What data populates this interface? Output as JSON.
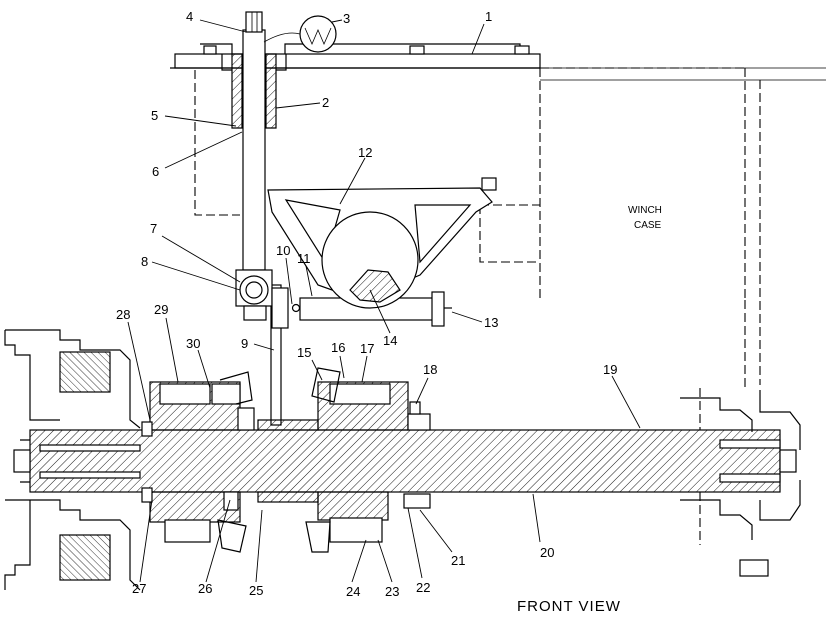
{
  "diagram": {
    "view_title": "FRONT VIEW",
    "case_label_line1": "WINCH",
    "case_label_line2": "CASE",
    "callouts": [
      {
        "id": "c1",
        "text": "1"
      },
      {
        "id": "c2",
        "text": "2"
      },
      {
        "id": "c3",
        "text": "3"
      },
      {
        "id": "c4",
        "text": "4"
      },
      {
        "id": "c5",
        "text": "5"
      },
      {
        "id": "c6",
        "text": "6"
      },
      {
        "id": "c7",
        "text": "7"
      },
      {
        "id": "c8",
        "text": "8"
      },
      {
        "id": "c9",
        "text": "9"
      },
      {
        "id": "c10",
        "text": "10"
      },
      {
        "id": "c11",
        "text": "11"
      },
      {
        "id": "c12",
        "text": "12"
      },
      {
        "id": "c13",
        "text": "13"
      },
      {
        "id": "c14",
        "text": "14"
      },
      {
        "id": "c15",
        "text": "15"
      },
      {
        "id": "c16",
        "text": "16"
      },
      {
        "id": "c17",
        "text": "17"
      },
      {
        "id": "c18",
        "text": "18"
      },
      {
        "id": "c19",
        "text": "19"
      },
      {
        "id": "c20",
        "text": "20"
      },
      {
        "id": "c21",
        "text": "21"
      },
      {
        "id": "c22",
        "text": "22"
      },
      {
        "id": "c23",
        "text": "23"
      },
      {
        "id": "c24",
        "text": "24"
      },
      {
        "id": "c25",
        "text": "25"
      },
      {
        "id": "c26",
        "text": "26"
      },
      {
        "id": "c27",
        "text": "27"
      },
      {
        "id": "c28",
        "text": "28"
      },
      {
        "id": "c29",
        "text": "29"
      },
      {
        "id": "c30",
        "text": "30"
      }
    ]
  }
}
